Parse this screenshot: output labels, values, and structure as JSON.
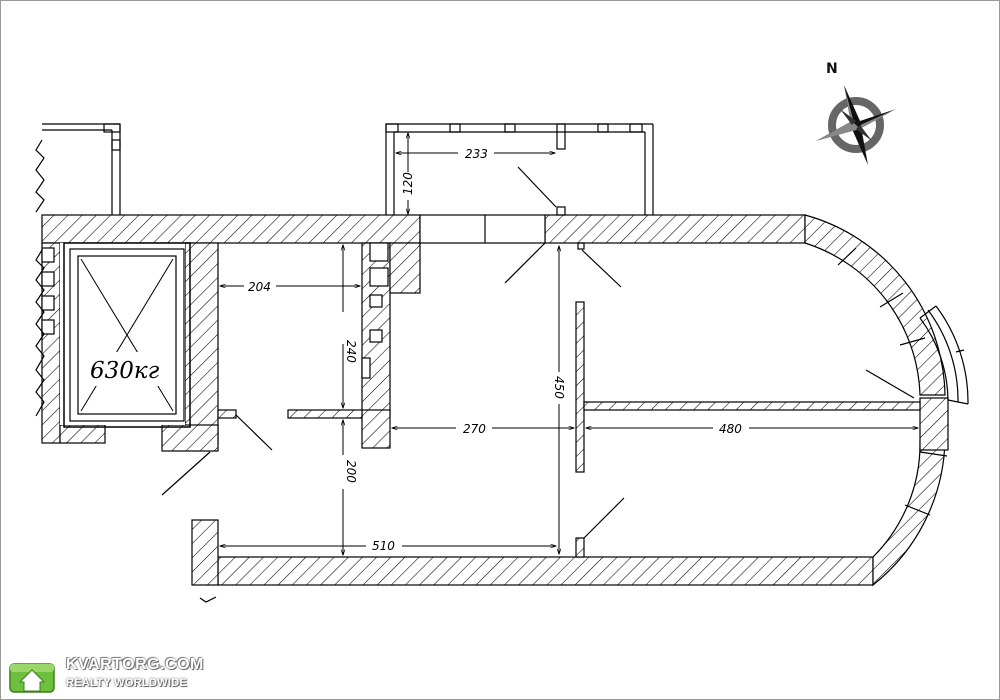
{
  "plan": {
    "dimensions": [
      "233",
      "120",
      "204",
      "240",
      "450",
      "270",
      "480",
      "200",
      "510"
    ],
    "lift_load": "630кг",
    "compass_label": "N"
  },
  "watermark": {
    "brand": "KVARTORG.COM",
    "tagline": "REALTY WORLDWIDE"
  },
  "colors": {
    "line": "#000000",
    "hatch": "#000000",
    "compass": "#555555",
    "watermark_green": "#6fbf3f"
  }
}
